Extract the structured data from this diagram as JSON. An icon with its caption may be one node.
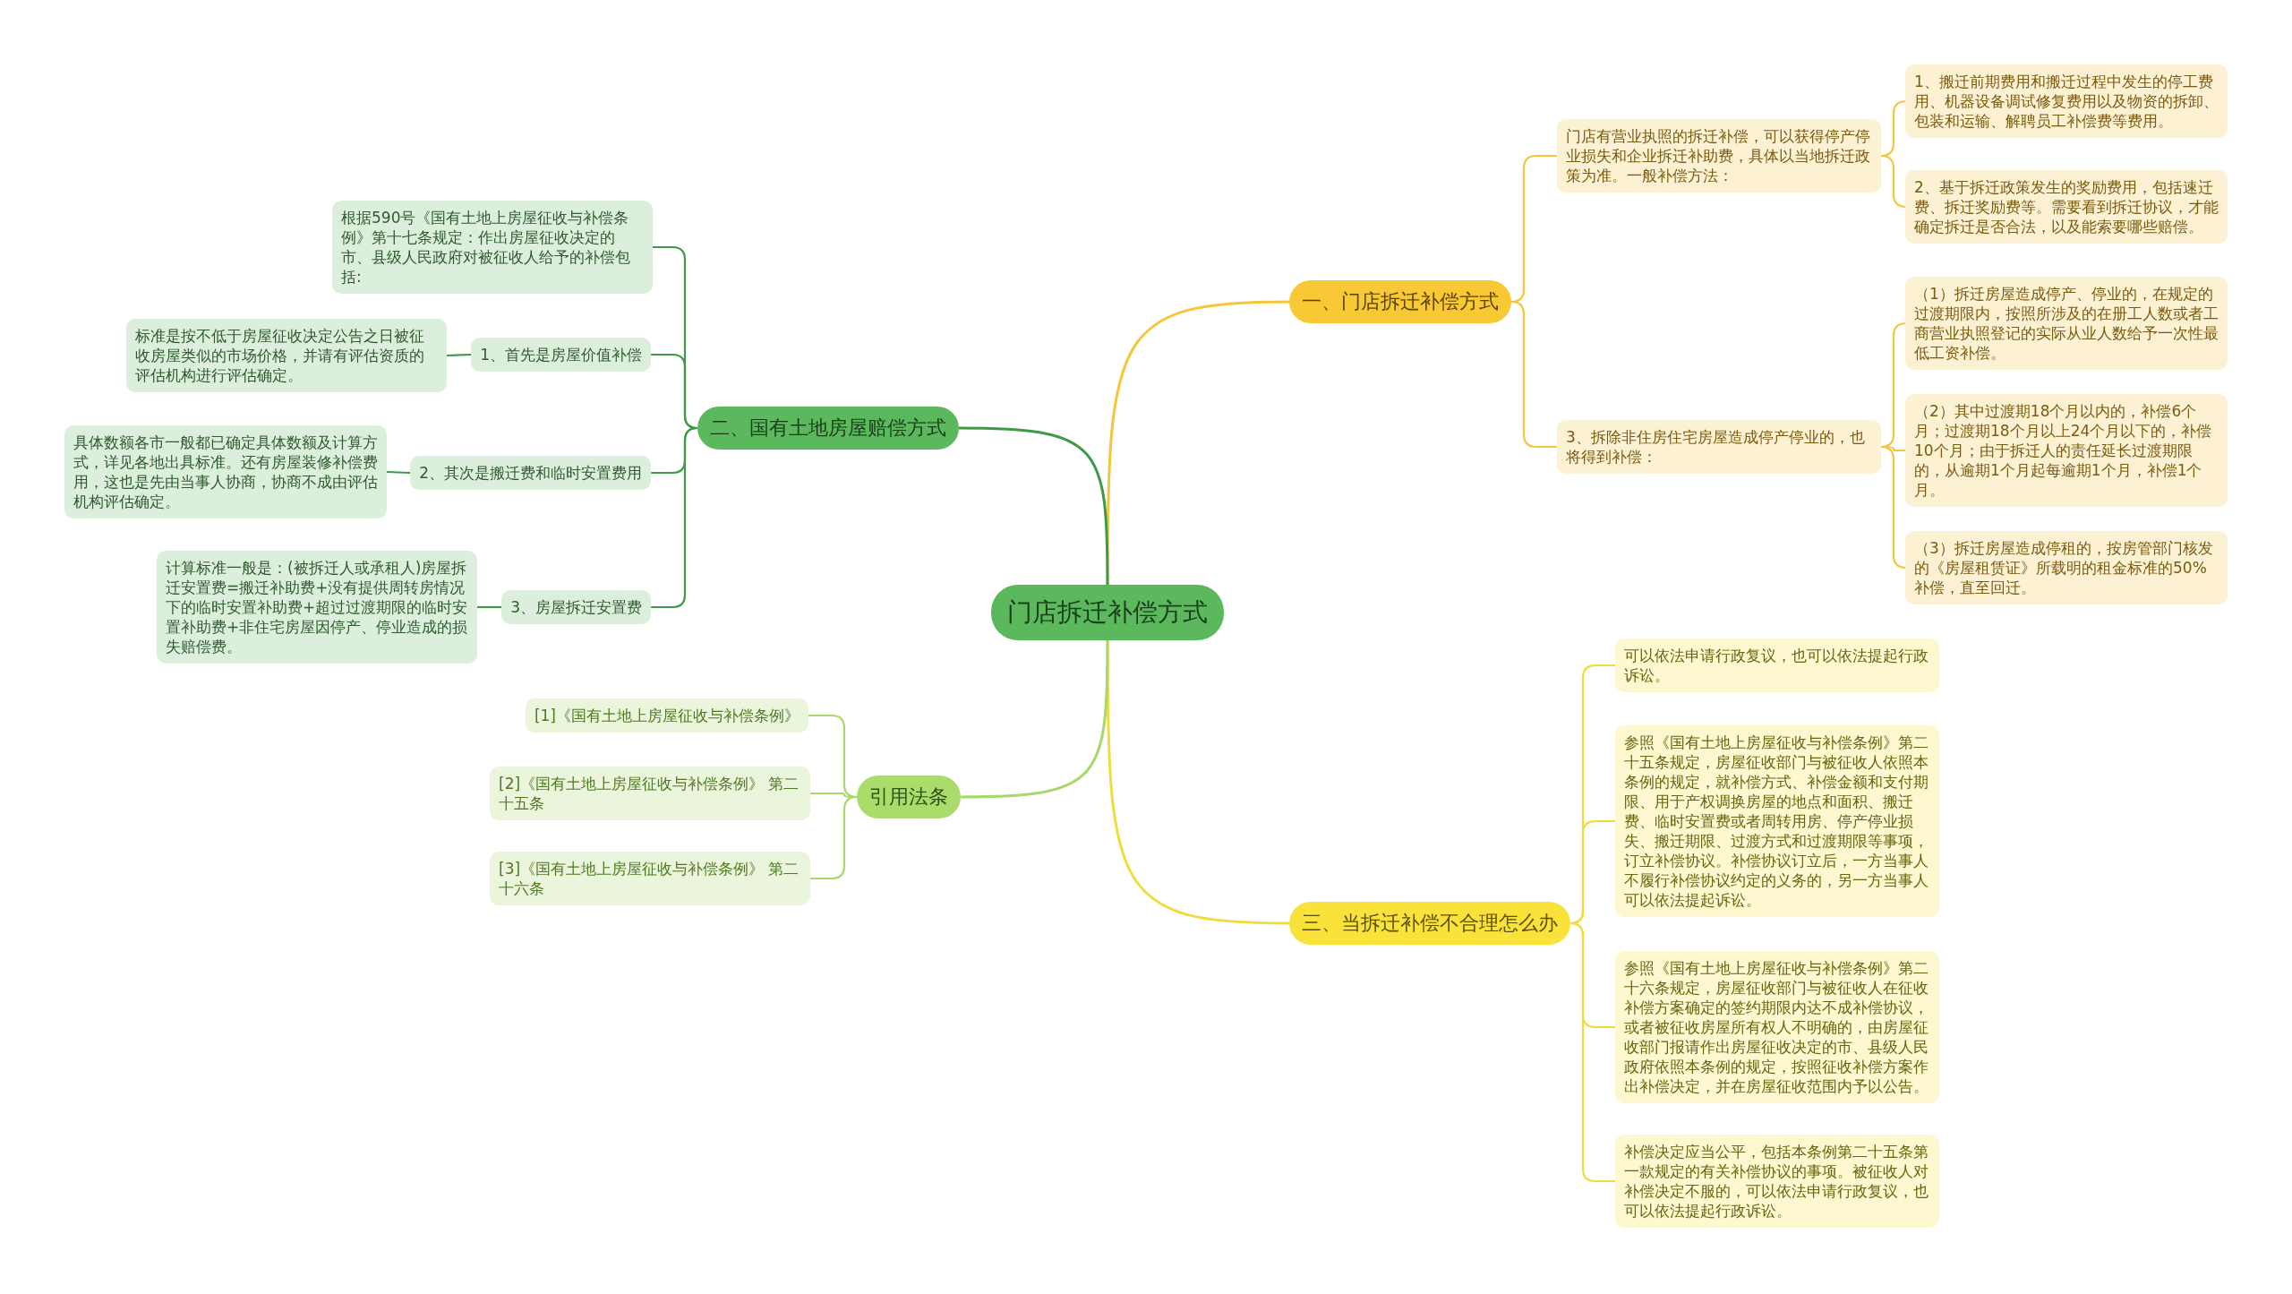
{
  "diagram": {
    "nodes": [
      {
        "text": [
          "门店拆迁补偿方式"
        ]
      },
      {
        "text": [
          "一、门店拆迁补偿方式"
        ]
      },
      {
        "text": [
          "门店有营业执照的拆迁补偿，可以获得停产停业损失和企业拆迁补助费，具体以当地拆迁政策为准。一般补偿方法："
        ]
      },
      {
        "text": [
          "1、搬迁前期费用和搬迁过程中发生的停工费用、机器设备调试修复费用以及物资的拆卸、包装和运输、解聘员工补偿费等费用。"
        ]
      },
      {
        "text": [
          "2、基于拆迁政策发生的奖励费用，包括速迁费、拆迁奖励费等。需要看到拆迁协议，才能确定拆迁是否合法，以及能索要哪些赔偿。"
        ]
      },
      {
        "text": [
          "3、拆除非住房住宅房屋造成停产停业的，也将得到补偿："
        ]
      },
      {
        "text": [
          "（1）拆迁房屋造成停产、停业的，在规定的过渡期限内，按照所涉及的在册工人数或者工商营业执照登记的实际从业人数给予一次性最低工资补偿。"
        ]
      },
      {
        "text": [
          "（2）其中过渡期18个月以内的，补偿6个月；过渡期18个月以上24个月以下的，补偿10个月；由于拆迁人的责任延长过渡期限的，从逾期1个月起每逾期1个月，补偿1个月。"
        ]
      },
      {
        "text": [
          "（3）拆迁房屋造成停租的，按房管部门核发的《房屋租赁证》所载明的租金标准的50%补偿，直至回迁。"
        ]
      },
      {
        "text": [
          "二、国有土地房屋赔偿方式"
        ]
      },
      {
        "text": [
          "根据590号《国有土地上房屋征收与补偿条例》第十七条规定：作出房屋征收决定的市、县级人民政府对被征收人给予的补偿包括:"
        ]
      },
      {
        "text": [
          "1、首先是房屋价值补偿"
        ]
      },
      {
        "text": [
          "标准是按不低于房屋征收决定公告之日被征收房屋类似的市场价格，并请有评估资质的评估机构进行评估确定。"
        ]
      },
      {
        "text": [
          "2、其次是搬迁费和临时安置费用"
        ]
      },
      {
        "text": [
          "具体数额各市一般都已确定具体数额及计算方式，详见各地出具标准。还有房屋装修补偿费用，这也是先由当事人协商，协商不成由评估机构评估确定。"
        ]
      },
      {
        "text": [
          "3、房屋拆迁安置费"
        ]
      },
      {
        "text": [
          "计算标准一般是：(被拆迁人或承租人)房屋拆迁安置费=搬迁补助费+没有提供周转房情况下的临时安置补助费+超过过渡期限的临时安置补助费+非住宅房屋因停产、停业造成的损失赔偿费。"
        ]
      },
      {
        "text": [
          "三、当拆迁补偿不合理怎么办"
        ]
      },
      {
        "text": [
          "可以依法申请行政复议，也可以依法提起行政诉讼。"
        ]
      },
      {
        "text": [
          "参照《国有土地上房屋征收与补偿条例》第二十五条规定，房屋征收部门与被征收人依照本条例的规定，就补偿方式、补偿金额和支付期限、用于产权调换房屋的地点和面积、搬迁费、临时安置费或者周转用房、停产停业损失、搬迁期限、过渡方式和过渡期限等事项，订立补偿协议。补偿协议订立后，一方当事人不履行补偿协议约定的义务的，另一方当事人可以依法提起诉讼。"
        ]
      },
      {
        "text": [
          "参照《国有土地上房屋征收与补偿条例》第二十六条规定，房屋征收部门与被征收人在征收补偿方案确定的签约期限内达不成补偿协议，或者被征收房屋所有权人不明确的，由房屋征收部门报请作出房屋征收决定的市、县级人民政府依照本条例的规定，按照征收补偿方案作出补偿决定，并在房屋征收范围内予以公告。"
        ]
      },
      {
        "text": [
          "补偿决定应当公平，包括本条例第二十五条第一款规定的有关补偿协议的事项。被征收人对补偿决定不服的，可以依法申请行政复议，也可以依法提起行政诉讼。"
        ]
      },
      {
        "text": [
          "引用法条"
        ]
      },
      {
        "text": [
          "[1]《国有土地上房屋征收与补偿条例》"
        ]
      },
      {
        "text": [
          "[2]《国有土地上房屋征收与补偿条例》 第二十五条"
        ]
      },
      {
        "text": [
          "[3]《国有土地上房屋征收与补偿条例》 第二十六条"
        ]
      }
    ],
    "edges": [
      {
        "from": 0,
        "to": 1,
        "arrow": "none",
        "color": "#f5c53a"
      },
      {
        "from": 0,
        "to": 9,
        "arrow": "none",
        "color": "#3f9a47"
      },
      {
        "from": 0,
        "to": 17,
        "arrow": "none",
        "color": "#f0dc3a"
      },
      {
        "from": 0,
        "to": 22,
        "arrow": "none",
        "color": "#a6d86a"
      },
      {
        "from": 1,
        "to": 2,
        "arrow": "none",
        "color": "#f5c53a"
      },
      {
        "from": 1,
        "to": 5,
        "arrow": "none",
        "color": "#f5c53a"
      },
      {
        "from": 2,
        "to": 3,
        "arrow": "none",
        "color": "#f5c53a"
      },
      {
        "from": 2,
        "to": 4,
        "arrow": "none",
        "color": "#f5c53a"
      },
      {
        "from": 5,
        "to": 6,
        "arrow": "none",
        "color": "#f5c53a"
      },
      {
        "from": 5,
        "to": 7,
        "arrow": "none",
        "color": "#f5c53a"
      },
      {
        "from": 5,
        "to": 8,
        "arrow": "none",
        "color": "#f5c53a"
      },
      {
        "from": 9,
        "to": 10,
        "arrow": "none",
        "color": "#3f9a47"
      },
      {
        "from": 9,
        "to": 11,
        "arrow": "none",
        "color": "#3f9a47"
      },
      {
        "from": 9,
        "to": 13,
        "arrow": "none",
        "color": "#3f9a47"
      },
      {
        "from": 9,
        "to": 15,
        "arrow": "none",
        "color": "#3f9a47"
      },
      {
        "from": 11,
        "to": 12,
        "arrow": "none",
        "color": "#3f9a47"
      },
      {
        "from": 13,
        "to": 14,
        "arrow": "none",
        "color": "#3f9a47"
      },
      {
        "from": 15,
        "to": 16,
        "arrow": "none",
        "color": "#3f9a47"
      },
      {
        "from": 17,
        "to": 18,
        "arrow": "none",
        "color": "#f0dc3a"
      },
      {
        "from": 17,
        "to": 19,
        "arrow": "none",
        "color": "#f0dc3a"
      },
      {
        "from": 17,
        "to": 20,
        "arrow": "none",
        "color": "#f0dc3a"
      },
      {
        "from": 17,
        "to": 21,
        "arrow": "none",
        "color": "#f0dc3a"
      },
      {
        "from": 22,
        "to": 23,
        "arrow": "none",
        "color": "#a6d86a"
      },
      {
        "from": 22,
        "to": 24,
        "arrow": "none",
        "color": "#a6d86a"
      },
      {
        "from": 22,
        "to": 25,
        "arrow": "none",
        "color": "#a6d86a"
      }
    ]
  }
}
